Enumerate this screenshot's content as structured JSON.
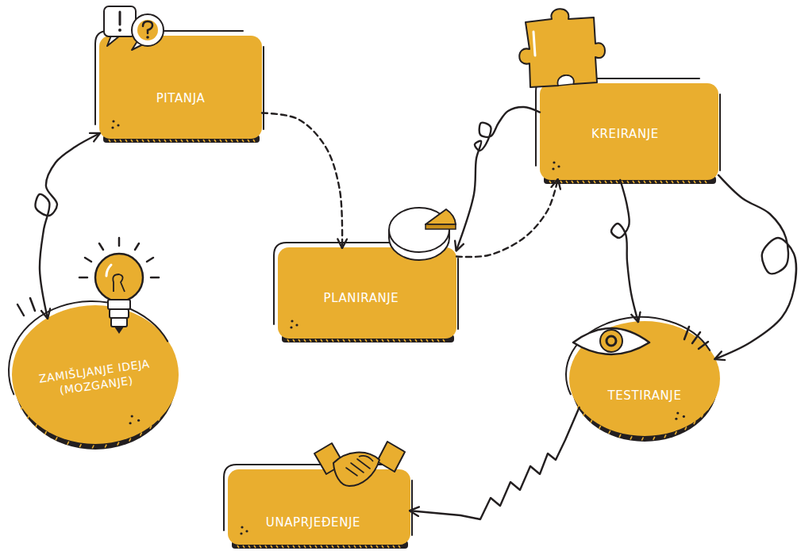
{
  "diagram": {
    "nodes": [
      {
        "text": [
          "PITANJA"
        ]
      },
      {
        "text": [
          "ZAMIŠLJANJE IDEJA (MOZGANJE)"
        ]
      },
      {
        "text": [
          "PLANIRANJE"
        ]
      },
      {
        "text": [
          "KREIRANJE"
        ]
      },
      {
        "text": [
          "TESTIRANJE"
        ]
      },
      {
        "text": [
          "UNAPRJEĐENJE"
        ]
      }
    ],
    "edges": [
      {
        "from": 0,
        "to": 1,
        "arrow": "both"
      },
      {
        "from": 0,
        "to": 2,
        "arrow": "to"
      },
      {
        "from": 2,
        "to": 3,
        "arrow": "to"
      },
      {
        "from": 3,
        "to": 2,
        "arrow": "to"
      },
      {
        "from": 3,
        "to": 4,
        "arrow": "to"
      },
      {
        "from": 3,
        "to": 4,
        "arrow": "to"
      },
      {
        "from": 4,
        "to": 5,
        "arrow": "to"
      }
    ]
  }
}
